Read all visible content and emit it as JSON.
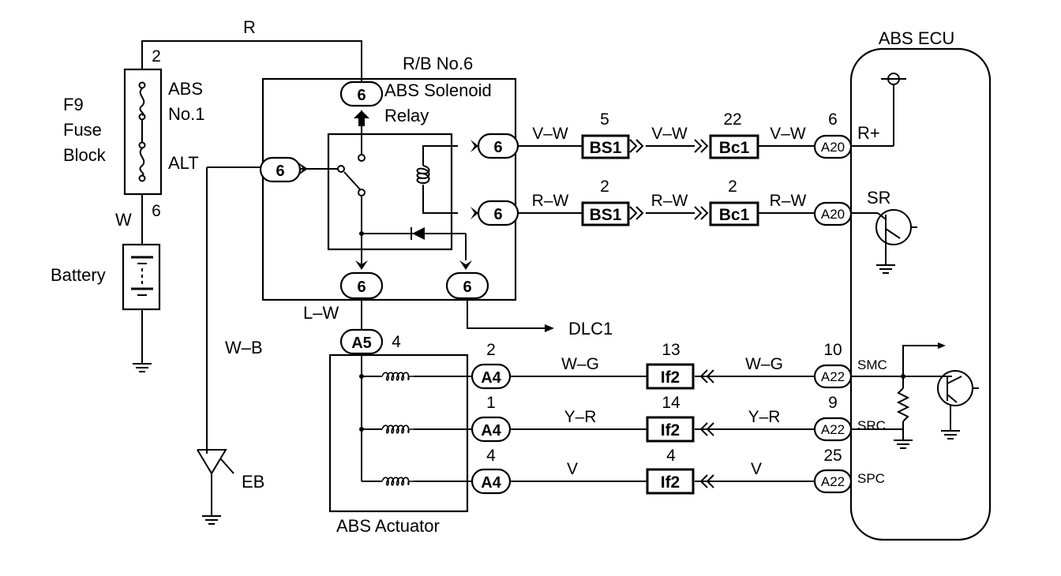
{
  "labels": {
    "r_top": "R",
    "pin2_fuse": "2",
    "f9": "F9",
    "fuse": "Fuse",
    "block": "Block",
    "abs": "ABS",
    "no1": "No.1",
    "alt": "ALT",
    "w": "W",
    "pin6_fuse": "6",
    "battery": "Battery",
    "wb": "W–B",
    "eb": "EB",
    "rb": "R/B No.6",
    "abs_sol": "ABS Solenoid",
    "relay": "Relay",
    "lw": "L–W",
    "dlc1": "DLC1",
    "a5_pin": "4",
    "actuator": "ABS Actuator",
    "ecu": "ABS ECU",
    "rplus": "R+",
    "sr": "SR",
    "smc": "SMC",
    "src": "SRC",
    "spc": "SPC"
  },
  "relay_pins": {
    "top": "6",
    "left": "6",
    "right1": "6",
    "right2": "6",
    "bottom1": "6",
    "bottom2": "6"
  },
  "upper_rows": [
    {
      "wire1": "V–W",
      "pin1": "5",
      "conn1": "BS1",
      "wire2": "V–W",
      "pin2": "22",
      "conn2": "Bc1",
      "wire3": "V–W",
      "pin3": "6",
      "conn3": "A20"
    },
    {
      "wire1": "R–W",
      "pin1": "2",
      "conn1": "BS1",
      "wire2": "R–W",
      "pin2": "2",
      "conn2": "Bc1",
      "wire3": "R–W",
      "pin3": "",
      "conn3": "A20"
    }
  ],
  "lower_rows": [
    {
      "pin_a": "2",
      "conn_a": "A4",
      "wire1": "W–G",
      "pin_if": "13",
      "conn_if": "If2",
      "wire2": "W–G",
      "pin_e": "10",
      "conn_e": "A22"
    },
    {
      "pin_a": "1",
      "conn_a": "A4",
      "wire1": "Y–R",
      "pin_if": "14",
      "conn_if": "If2",
      "wire2": "Y–R",
      "pin_e": "9",
      "conn_e": "A22"
    },
    {
      "pin_a": "4",
      "conn_a": "A4",
      "wire1": "V",
      "pin_if": "4",
      "conn_if": "If2",
      "wire2": "V",
      "pin_e": "25",
      "conn_e": "A22"
    }
  ],
  "a5": "A5"
}
